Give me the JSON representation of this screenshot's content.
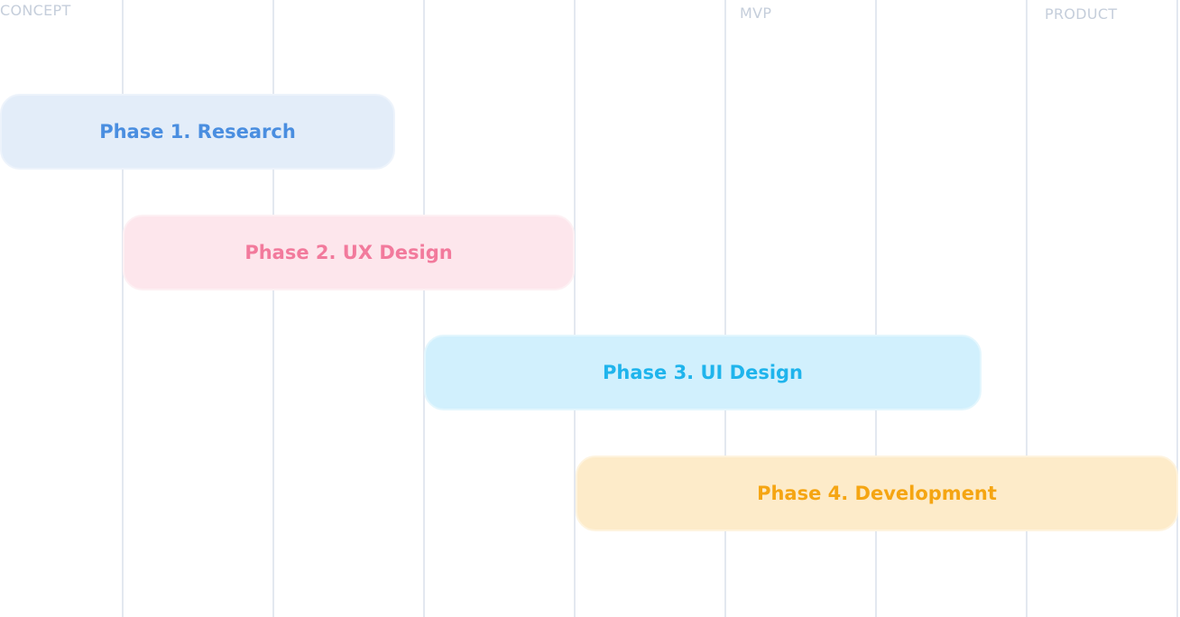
{
  "milestones": {
    "concept": "CONCEPT",
    "mvp": "MVP",
    "product": "PRODUCT"
  },
  "phases": [
    {
      "label": "Phase 1. Research",
      "color": "#4a8ee0"
    },
    {
      "label": "Phase 2. UX Design",
      "color": "#f27a9c"
    },
    {
      "label": "Phase 3. UI Design",
      "color": "#1fb4ec"
    },
    {
      "label": "Phase 4. Development",
      "color": "#f5a512"
    }
  ]
}
